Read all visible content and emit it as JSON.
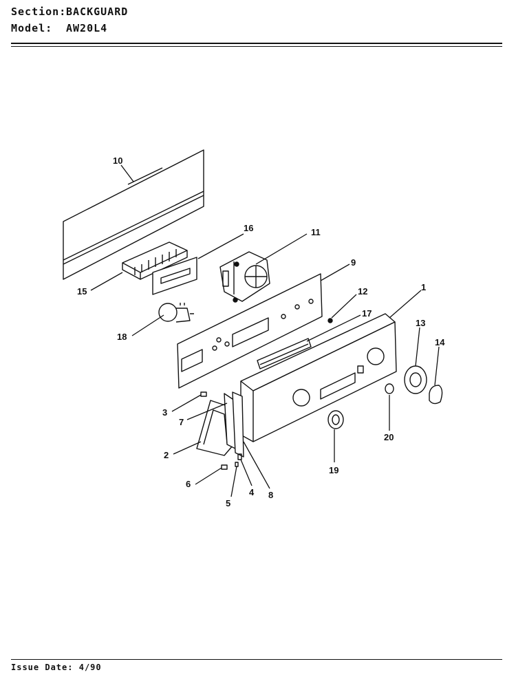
{
  "header": {
    "section_label": "Section:",
    "section_value": "BACKGUARD",
    "model_label": "Model:",
    "model_value": "AW20L4"
  },
  "callouts": [
    "10",
    "16",
    "11",
    "9",
    "15",
    "12",
    "1",
    "17",
    "18",
    "13",
    "14",
    "3",
    "7",
    "20",
    "2",
    "19",
    "6",
    "4",
    "8",
    "5"
  ],
  "footer": {
    "issue_label": "Issue Date:",
    "issue_value": "4/90"
  }
}
